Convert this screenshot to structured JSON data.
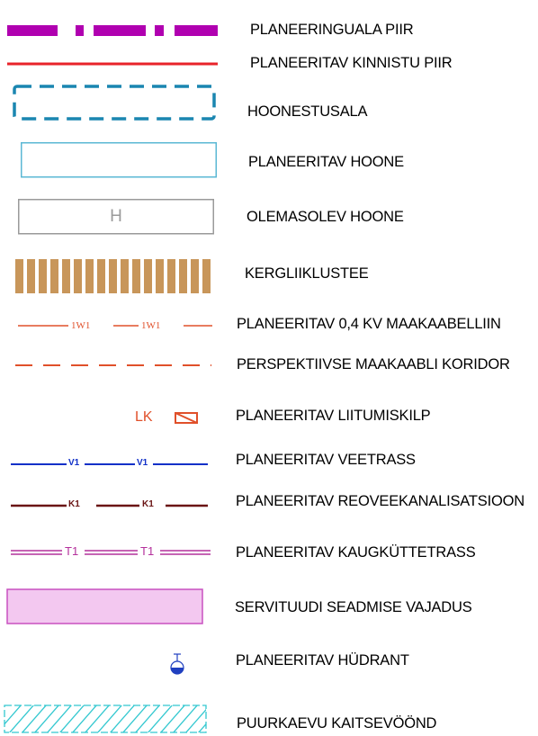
{
  "legend": {
    "items": [
      {
        "label": "PLANEERINGUALA PIIR"
      },
      {
        "label": "PLANEERITAV KINNISTU PIIR"
      },
      {
        "label": "HOONESTUSALA"
      },
      {
        "label": "PLANEERITAV HOONE"
      },
      {
        "label": "OLEMASOLEV HOONE",
        "symbol_text": "H"
      },
      {
        "label": "KERGLIIKLUSTEE"
      },
      {
        "label": "PLANEERITAV 0,4 KV MAAKAABELLIIN",
        "symbol_text": "1W1"
      },
      {
        "label": "PERSPEKTIIVSE MAAKAABLI KORIDOR"
      },
      {
        "label": "PLANEERITAV LIITUMISKILP",
        "symbol_text": "LK"
      },
      {
        "label": "PLANEERITAV VEETRASS",
        "symbol_text": "V1"
      },
      {
        "label": "PLANEERITAV REOVEEKANALISATSIOON",
        "symbol_text": "K1"
      },
      {
        "label": "PLANEERITAV KAUGKÜTTETRASS",
        "symbol_text": "T1"
      },
      {
        "label": "SERVITUUDI SEADMISE VAJADUS"
      },
      {
        "label": "PLANEERITAV HÜDRANT"
      },
      {
        "label": "PUURKAEVU KAITSEVÖÖND"
      }
    ]
  },
  "colors": {
    "planning_boundary": "#b000b0",
    "property_boundary": "#e8232a",
    "building_area": "#1a86b0",
    "planned_building": "#5bb8d4",
    "existing_building": "#9a9a9a",
    "light_traffic": "#c8965a",
    "power_cable": "#e0502a",
    "water": "#1030c8",
    "sewer": "#6a1414",
    "heating": "#b4309c",
    "servitude_fill": "#f3c8f0",
    "servitude_stroke": "#c850c0",
    "hydrant": "#2040c0",
    "well_zone": "#33c8d0"
  }
}
